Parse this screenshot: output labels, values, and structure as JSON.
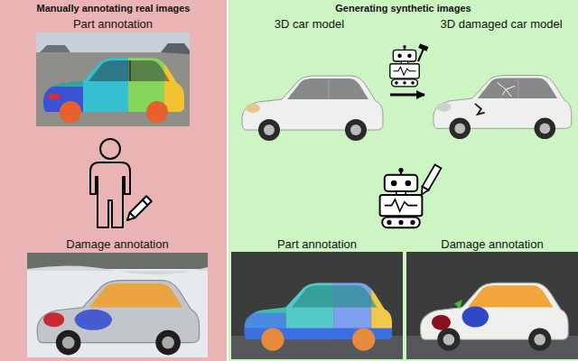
{
  "diagram": {
    "nodes": [
      {
        "text": [
          "Manually annotating real images"
        ]
      },
      {
        "text": [
          "Generating synthetic images"
        ]
      },
      {
        "text": [
          "Part annotation"
        ],
        "in": 0
      },
      {
        "text": [
          "Damage annotation"
        ],
        "in": 0
      },
      {
        "text": [
          "3D car model"
        ],
        "in": 1
      },
      {
        "text": [
          "3D damaged car model"
        ],
        "in": 1
      },
      {
        "text": [
          "Part annotation"
        ],
        "in": 1
      },
      {
        "text": [
          "Damage annotation"
        ],
        "in": 1
      }
    ],
    "edges": [
      {
        "from": 4,
        "to": 5,
        "arrow": "to"
      }
    ]
  }
}
